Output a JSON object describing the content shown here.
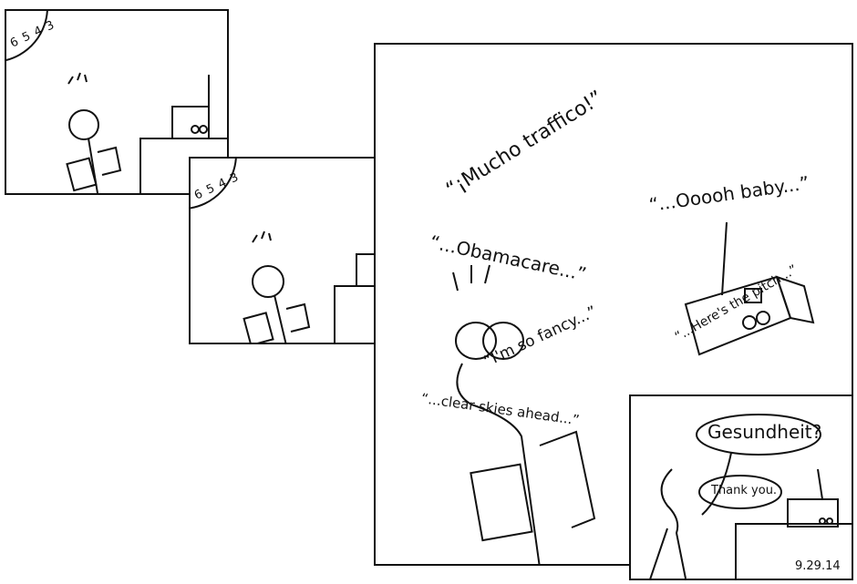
{
  "panel1": {
    "clock_numbers": "6 5 4 3"
  },
  "panel2": {
    "clock_numbers": "6 5 4 3"
  },
  "panel3": {
    "radio_chatter": [
      "“¡Mucho traffico!”",
      "“...Ooooh baby...”",
      "“...Obamacare...”",
      "“I'm so fancy...”",
      "“...Here's the pitch...”",
      "“...clear skies ahead...”"
    ]
  },
  "panel4": {
    "speech": "Gesundheit?",
    "radio_reply": "Thank you.",
    "date": "9.29.14"
  },
  "colors": {
    "ink": "#111111",
    "paper": "#ffffff"
  }
}
